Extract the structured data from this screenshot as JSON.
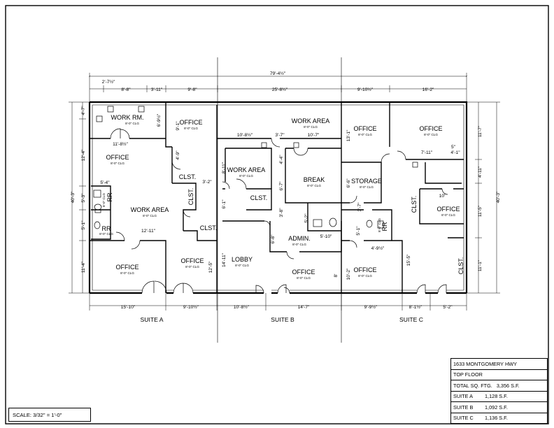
{
  "overall": {
    "width": "79'-4½\""
  },
  "rooms": [
    {
      "key": "work_rm",
      "name": "WORK RM.",
      "ceiling": "8'-0\" CLG"
    },
    {
      "key": "office_a1",
      "name": "OFFICE",
      "ceiling": "8'-0\" CLG"
    },
    {
      "key": "office_a2",
      "name": "OFFICE",
      "ceiling": "8'-0\" CLG"
    },
    {
      "key": "work_area_a",
      "name": "WORK AREA",
      "ceiling": "8'-0\" CLG"
    },
    {
      "key": "office_a3",
      "name": "OFFICE",
      "ceiling": "8'-0\" CLG"
    },
    {
      "key": "office_a4",
      "name": "OFFICE",
      "ceiling": "8'-0\" CLG"
    },
    {
      "key": "work_area_b1",
      "name": "WORK AREA",
      "ceiling": "8'-0\" CLG"
    },
    {
      "key": "work_area_b2",
      "name": "WORK AREA",
      "ceiling": "8'-0\" CLG"
    },
    {
      "key": "break",
      "name": "BREAK",
      "ceiling": "8'-0\" CLG"
    },
    {
      "key": "admin",
      "name": "ADMIN.",
      "ceiling": "8'-0\" CLG"
    },
    {
      "key": "lobby",
      "name": "LOBBY",
      "ceiling": "8'-0\" CLG"
    },
    {
      "key": "office_b",
      "name": "OFFICE",
      "ceiling": "8'-0\" CLG"
    },
    {
      "key": "office_c1",
      "name": "OFFICE",
      "ceiling": "8'-0\" CLG"
    },
    {
      "key": "office_c2",
      "name": "OFFICE",
      "ceiling": "8'-0\" CLG"
    },
    {
      "key": "storage",
      "name": "STORAGE",
      "ceiling": "8'-0\" CLG"
    },
    {
      "key": "office_c3",
      "name": "OFFICE",
      "ceiling": "8'-0\" CLG"
    },
    {
      "key": "office_c4",
      "name": "OFFICE",
      "ceiling": "8'-0\" CLG"
    },
    {
      "key": "rr1",
      "name": "RR",
      "ceiling": "8'-0\" CLG"
    },
    {
      "key": "rr2",
      "name": "RR",
      "ceiling": "8'-0\" CLG"
    },
    {
      "key": "rr3",
      "name": "RR",
      "ceiling": "8'-0\" CLG"
    }
  ],
  "closets": [
    "CLST.",
    "CLST.",
    "CLST.",
    "CLST.",
    "CLST.",
    "CLST."
  ],
  "top_dims": [
    "2'-7½\"",
    "8'-8\"",
    "3'-11\"",
    "9'-8\"",
    "25'-8½\"",
    "9'-10½\"",
    "16'-2\""
  ],
  "bottom_dims": [
    "15'-10\"",
    "9'-10½\"",
    "10'-8½\"",
    "14'-7\"",
    "9'-9½\"",
    "8'-1½\"",
    "5'-2\""
  ],
  "left_dims": [
    "4'-7\"",
    "12'-4\"",
    "5'-3\"",
    "5'-1\"",
    "11'-4\"",
    "40'-3\""
  ],
  "right_dims": [
    "11'-7\"",
    "4'-11\"",
    "11'-5\"",
    "11'-1\"",
    "40'-3\""
  ],
  "interior_dims": [
    "6'-9½\"",
    "11'-8½\"",
    "5'-4\"",
    "12'-11\"",
    "9'-1\"",
    "4'-9\"",
    "3'-2\"",
    "12'-5\"",
    "10'-8½\"",
    "3'-7\"",
    "10'-7\"",
    "8'-11\"",
    "6'-1\"",
    "14'-11\"",
    "4'-4\"",
    "6'-7\"",
    "3'-8\"",
    "5'-2\"",
    "5'-10\"",
    "6'-8\"",
    "8'",
    "13'-1\"",
    "6'-6\"",
    "3'-7\"",
    "5'-1\"",
    "4'-9½\"",
    "10'-2\"",
    "7'-11\"",
    "4'-1\"",
    "5\"",
    "10'",
    "15'-5\""
  ],
  "suite_labels": [
    "SUITE A",
    "SUITE B",
    "SUITE C"
  ],
  "title_block": {
    "address": "1633 MONTGOMERY HWY",
    "floor": "TOP FLOOR",
    "total_label": "TOTAL SQ. FTG.",
    "total_value": "3,356 S.F.",
    "suites": [
      {
        "label": "SUITE A",
        "value": "1,128 S.F."
      },
      {
        "label": "SUITE B",
        "value": "1,092 S.F."
      },
      {
        "label": "SUITE C",
        "value": "1,136 S.F."
      }
    ]
  },
  "scale": "SCALE:  3/32\" = 1'-0\""
}
